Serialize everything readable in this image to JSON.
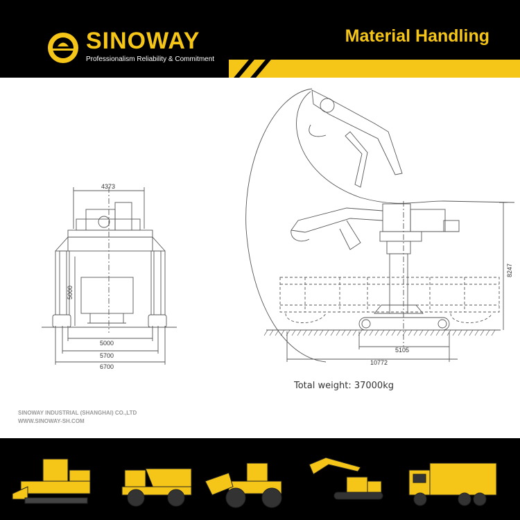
{
  "header": {
    "brand": "SINOWAY",
    "tagline": "Professionalism Reliability & Commitment",
    "title": "Material Handling"
  },
  "colors": {
    "accent": "#f5c518",
    "background": "#ffffff",
    "bar": "#000000",
    "line": "#555555"
  },
  "front_view": {
    "dim_top": "4373",
    "dim_height": "5000",
    "dim_inner": "5000",
    "dim_mid": "5700",
    "dim_outer": "6700"
  },
  "side_view": {
    "dim_height": "8247",
    "dim_short": "5105",
    "dim_long": "10772"
  },
  "total_weight": "Total weight: 37000kg",
  "company": {
    "name": "SINOWAY INDUSTRIAL (SHANGHAI) CO.,LTD",
    "website": "WWW.SINOWAY-SH.COM"
  },
  "footer_machines": [
    {
      "icon": "asphalt-paver-icon"
    },
    {
      "icon": "dump-truck-icon"
    },
    {
      "icon": "wheel-loader-icon"
    },
    {
      "icon": "excavator-icon"
    },
    {
      "icon": "tipper-truck-icon"
    }
  ]
}
